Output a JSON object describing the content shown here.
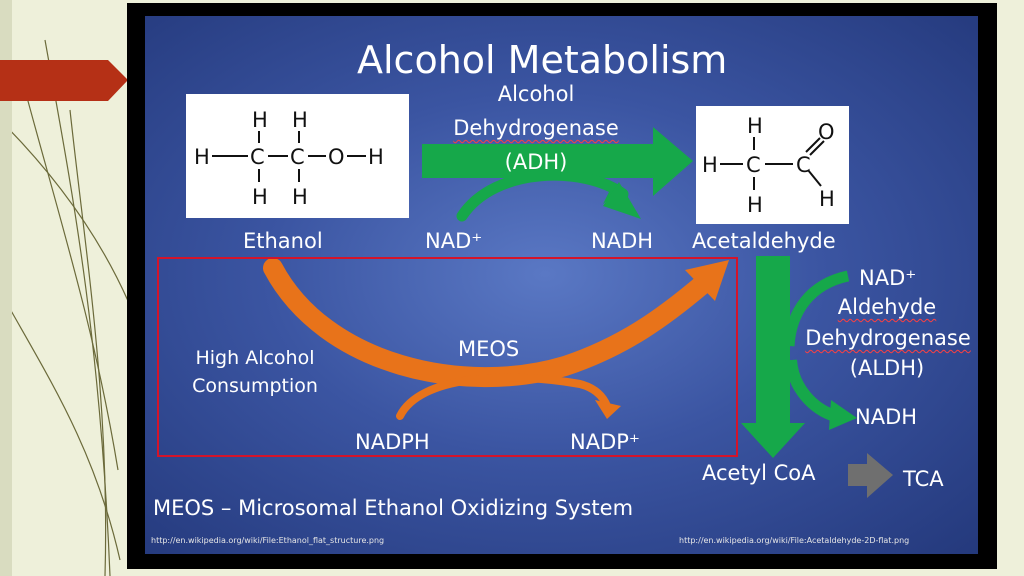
{
  "title": "Alcohol Metabolism",
  "enzyme_adh": {
    "line1": "Alcohol",
    "line2": "Dehydrogenase",
    "line3": "(ADH)"
  },
  "ethanol_label": "Ethanol",
  "acetaldehyde_label": "Acetaldehyde",
  "nad_plus": "NAD⁺",
  "nadh": "NADH",
  "enzyme_aldh": {
    "nad_plus": "NAD⁺",
    "line1": "Aldehyde",
    "line2": "Dehydrogenase",
    "line3": "(ALDH)",
    "nadh": "NADH"
  },
  "meos_box": {
    "label_line1": "High Alcohol",
    "label_line2": "Consumption",
    "meos": "MEOS",
    "nadph": "NADPH",
    "nadp_plus": "NADP⁺"
  },
  "acetyl_coa": "Acetyl CoA",
  "tca": "TCA",
  "footer": "MEOS – Microsomal Ethanol Oxidizing System",
  "source_left": "http://en.wikipedia.org/wiki/File:Ethanol_flat_structure.png",
  "source_right": "http://en.wikipedia.org/wiki/File:Acetaldehyde-2D-flat.png",
  "molecule_atoms": {
    "h": "H",
    "c": "C",
    "o": "O"
  },
  "colors": {
    "green_arrow": "#16a84a",
    "orange_arrow": "#e8731a",
    "red_box": "#d4142a",
    "gray_arrow": "#6f6f6f",
    "slide_blue": "#3b55a2"
  }
}
